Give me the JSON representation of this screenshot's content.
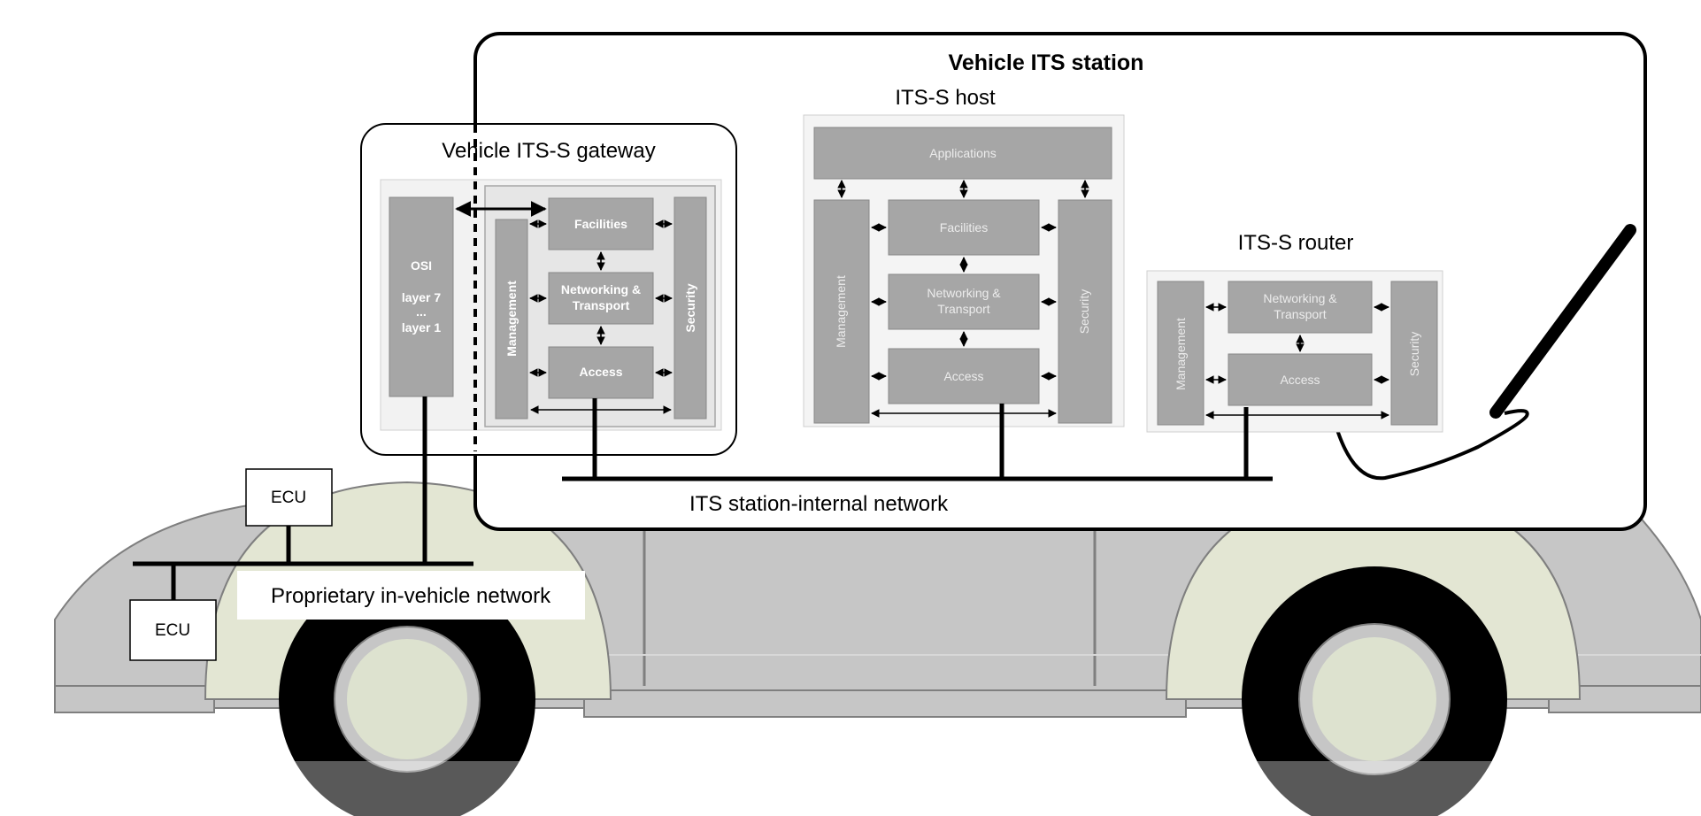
{
  "title": "Vehicle ITS station",
  "gateway": {
    "title": "Vehicle ITS-S gateway",
    "osi": [
      "OSI",
      "layer 7",
      "...",
      "layer 1"
    ],
    "facilities": "Facilities",
    "networking": [
      "Networking &",
      "Transport"
    ],
    "access": "Access",
    "management": "Management",
    "security": "Security"
  },
  "host": {
    "title": "ITS-S host",
    "applications": "Applications",
    "facilities": "Facilities",
    "networking": [
      "Networking &",
      "Transport"
    ],
    "access": "Access",
    "management": "Management",
    "security": "Security"
  },
  "router": {
    "title": "ITS-S router",
    "networking": [
      "Networking &",
      "Transport"
    ],
    "access": "Access",
    "management": "Management",
    "security": "Security"
  },
  "internal_network": "ITS station-internal network",
  "proprietary_network": "Proprietary in-vehicle network",
  "ecu_top": "ECU",
  "ecu_bottom": "ECU",
  "colors": {
    "car_body": "#c6c6c6",
    "wheel_arch": "#e3e6d3",
    "tire": "#000000",
    "hub": "#dde2cf",
    "block": "#a6a6a6",
    "block_border": "#808080",
    "panel_bg": "#f0f0f0"
  }
}
